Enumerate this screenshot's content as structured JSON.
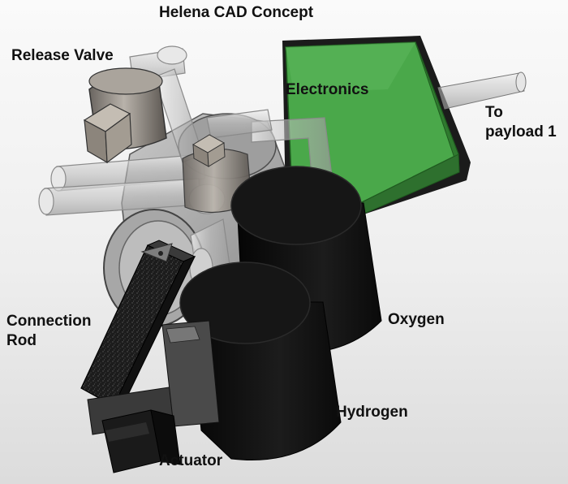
{
  "title": "Helena CAD Concept",
  "labels": {
    "release_valve": "Release Valve",
    "electronics": "Electronics",
    "to_payload_line1": "To",
    "to_payload_line2": "payload 1",
    "connection_rod_line1": "Connection",
    "connection_rod_line2": "Rod",
    "oxygen": "Oxygen",
    "hydrogen": "Hydrogen",
    "actuator": "Actuator"
  },
  "colors": {
    "electronics_box": "#3f9a3f",
    "tanks": "#111111",
    "tubes": "#c8c8c8",
    "connection_rod": "#1a1a1a"
  }
}
